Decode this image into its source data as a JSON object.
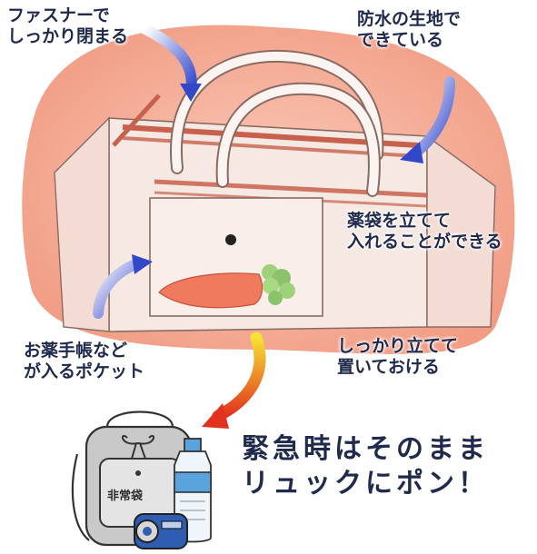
{
  "callouts": {
    "zipper": {
      "line1": "ファスナーで",
      "line2": "しっかり閉まる"
    },
    "waterproof": {
      "line1": "防水の生地で",
      "line2": "できている"
    },
    "medicine_bag": {
      "line1": "薬袋を立てて",
      "line2": "入れることができる"
    },
    "pocket": {
      "line1": "お薬手帳など",
      "line2": "が入るポケット"
    },
    "stand": {
      "line1": "しっかり立てて",
      "line2": "置いておける"
    }
  },
  "emergency": {
    "line1": "緊急時はそのまま",
    "line2": "リュックにポン！",
    "backpack_label": "非常袋"
  },
  "colors": {
    "text": "#1f2a4d",
    "arrow_blue": "#3347c9",
    "arrow_warm_start": "#f5e234",
    "arrow_warm_end": "#e2321f",
    "bag_bg": "#f08a6c",
    "bag_body": "#f6e9e3",
    "stripe": "#c7604c",
    "backpack": "#c9c9c9",
    "bottle": "#5aa3dd",
    "radio": "#2f5db3"
  },
  "icons": [
    "blue-arrow-icon",
    "gradient-arrow-icon",
    "backpack-icon",
    "water-bottle-icon",
    "radio-icon",
    "carrot-icon"
  ]
}
